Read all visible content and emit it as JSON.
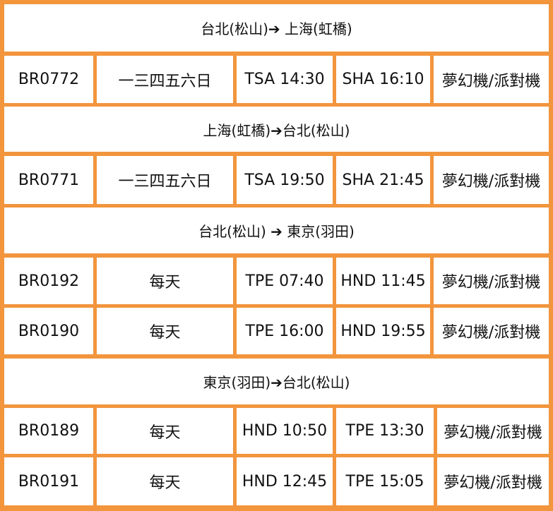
{
  "colors": {
    "border": "#f2953d",
    "cell_bg": "#ffffff",
    "text": "#111111"
  },
  "sections": [
    {
      "route": "台北(松山)➔ 上海(虹橋)",
      "flights": [
        {
          "flight": "BR0772",
          "days": "一三四五六日",
          "depart": "TSA 14:30",
          "arrive": "SHA 16:10",
          "aircraft": "夢幻機/派對機"
        }
      ]
    },
    {
      "route": "上海(虹橋)➔台北(松山)",
      "flights": [
        {
          "flight": "BR0771",
          "days": "一三四五六日",
          "depart": "TSA 19:50",
          "arrive": "SHA 21:45",
          "aircraft": "夢幻機/派對機"
        }
      ]
    },
    {
      "route": "台北(松山) ➔ 東京(羽田)",
      "flights": [
        {
          "flight": "BR0192",
          "days": "每天",
          "depart": "TPE 07:40",
          "arrive": "HND 11:45",
          "aircraft": "夢幻機/派對機"
        },
        {
          "flight": "BR0190",
          "days": "每天",
          "depart": "TPE 16:00",
          "arrive": "HND 19:55",
          "aircraft": "夢幻機/派對機"
        }
      ]
    },
    {
      "route": "東京(羽田)➔台北(松山)",
      "flights": [
        {
          "flight": "BR0189",
          "days": "每天",
          "depart": "HND 10:50",
          "arrive": "TPE 13:30",
          "aircraft": "夢幻機/派對機"
        },
        {
          "flight": "BR0191",
          "days": "每天",
          "depart": "HND 12:45",
          "arrive": "TPE 15:05",
          "aircraft": "夢幻機/派對機"
        }
      ]
    }
  ]
}
